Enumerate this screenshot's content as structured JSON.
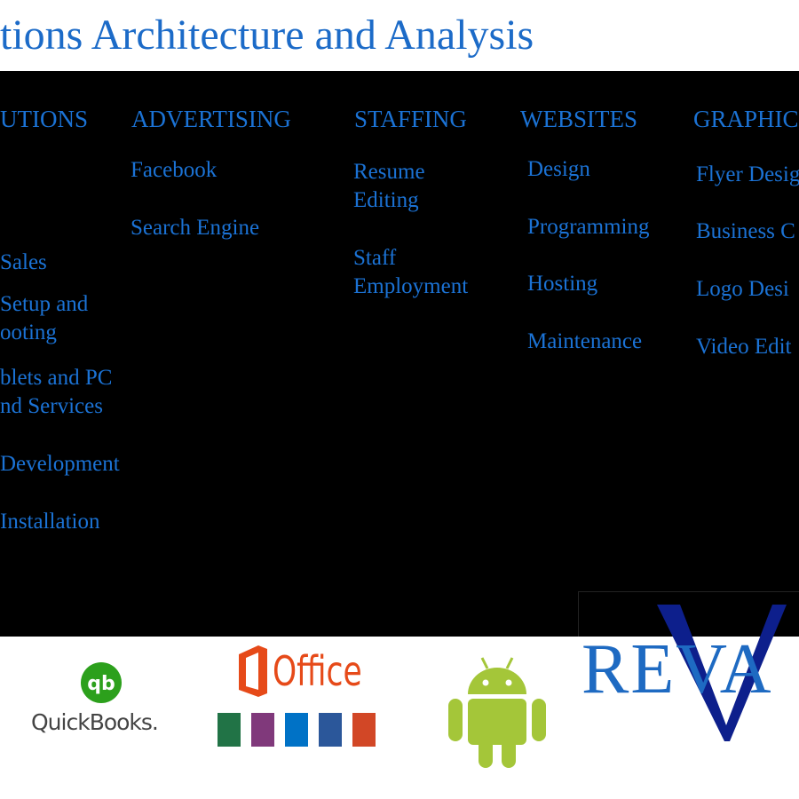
{
  "header": {
    "title": "tions Architecture and Analysis"
  },
  "menu": {
    "solutions": {
      "heading": "UTIONS",
      "items": [
        "Sales",
        "Setup and",
        "ooting",
        "blets and PC",
        "nd Services",
        "Development",
        "Installation"
      ]
    },
    "advertising": {
      "heading": "ADVERTISING",
      "items": [
        "Facebook",
        "Search Engine"
      ]
    },
    "staffing": {
      "heading": "STAFFING",
      "items": [
        "Resume",
        "Editing",
        "Staff",
        "Employment"
      ]
    },
    "websites": {
      "heading": "WEBSITES",
      "items": [
        "Design",
        "Programming",
        "Hosting",
        "Maintenance"
      ]
    },
    "graphics": {
      "heading": "GRAPHIC",
      "items": [
        "Flyer Desig",
        "Business C",
        "Logo Desi",
        "Video Edit"
      ]
    }
  },
  "logos": {
    "quickbooks": "QuickBooks.",
    "office": "Office",
    "reva": "REVA"
  },
  "colors": {
    "accent": "#1b72d4",
    "panel": "#000000"
  }
}
